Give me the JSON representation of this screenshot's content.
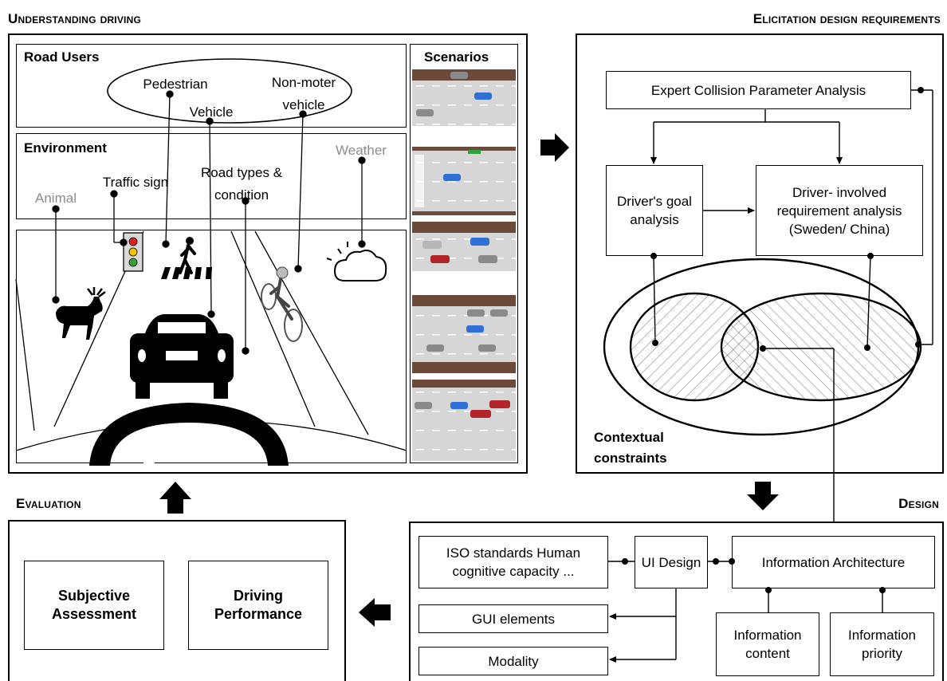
{
  "sections": {
    "understanding": "Understanding driving",
    "elicitation": "Elicitation design requirements",
    "evaluation": "Evaluation",
    "design": "Design"
  },
  "understanding": {
    "road_users_title": "Road Users",
    "road_users": {
      "pedestrian": "Pedestrian",
      "vehicle": "Vehicle",
      "non_motor": "Non-moter vehicle"
    },
    "environment_title": "Environment",
    "environment": {
      "animal": "Animal",
      "traffic_sign": "Traffic sign",
      "road_types": "Road types & condition",
      "weather": "Weather"
    },
    "scenarios_title": "Scenarios"
  },
  "elicitation": {
    "expert": "Expert Collision Parameter Analysis",
    "goal": "Driver's goal analysis",
    "involved": "Driver- involved requirement analysis (Sweden/ China)",
    "context": "Contextual constraints"
  },
  "evaluation": {
    "subjective": "Subjective Assessment",
    "performance": "Driving Performance"
  },
  "design": {
    "iso": "ISO standards Human cognitive capacity ...",
    "ui": "UI Design",
    "ia": "Information Architecture",
    "gui": "GUI elements",
    "modality": "Modality",
    "content": "Information content",
    "priority": "Information priority"
  },
  "colors": {
    "car_blue": "#2f6fd6",
    "car_red": "#b2232a",
    "car_gray": "#8a8a8a",
    "road": "#d9d9d9",
    "sidewalk": "#6b4a3a"
  }
}
